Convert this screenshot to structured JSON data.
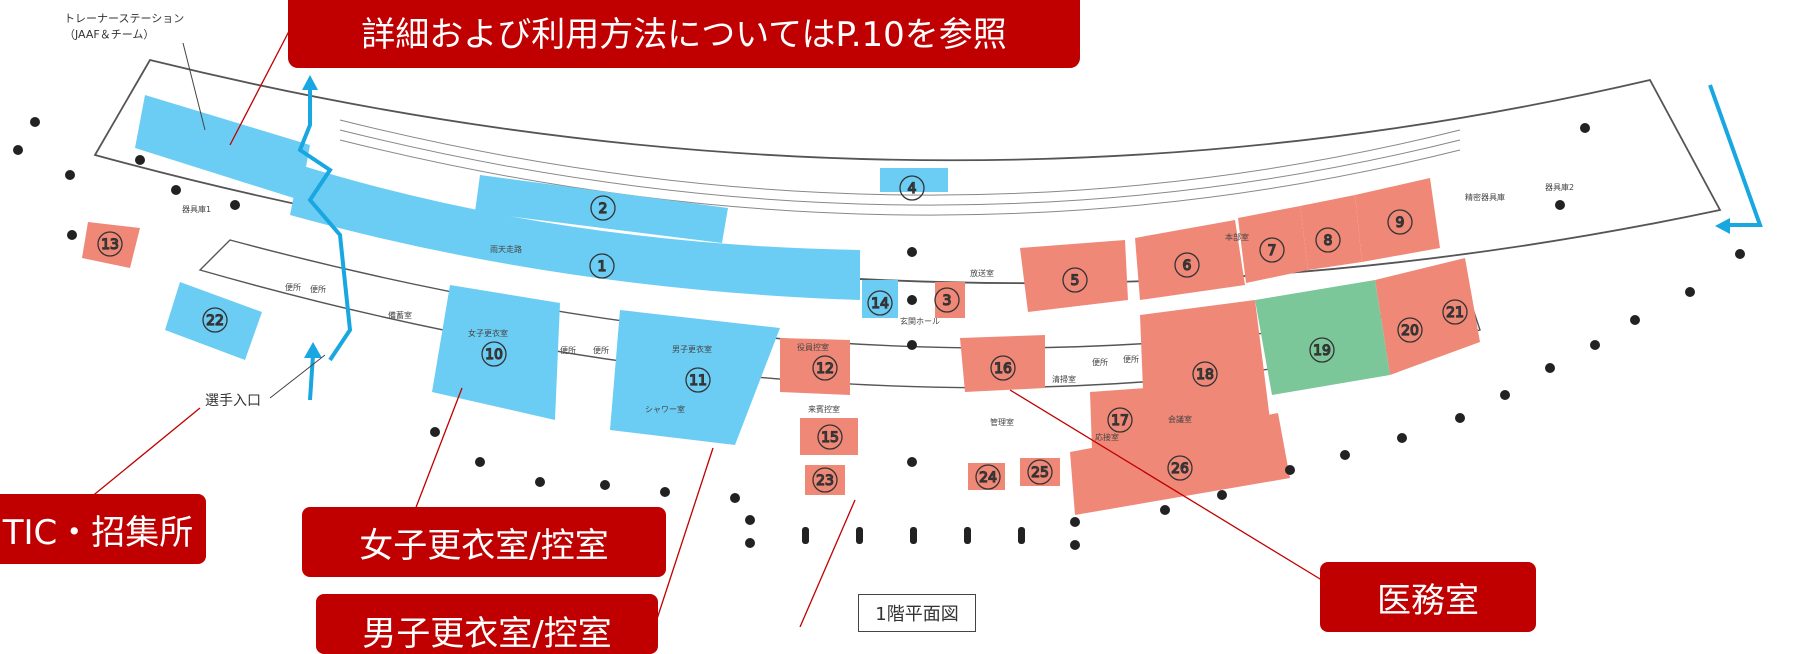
{
  "callouts": {
    "p10_line1": "詳細および利用方法についてはP.10を参照",
    "tic": "TIC・招集所",
    "women": "女子更衣室/控室",
    "men": "男子更衣室/控室",
    "medical": "医務室"
  },
  "labels": {
    "trainer_station": "トレーナーステーション",
    "trainer_station_sub": "（JAAF＆チーム）",
    "athlete_entrance": "選手入口",
    "floor_plan_title": "1階平面図",
    "storage1": "器具庫1",
    "storage2": "器具庫2",
    "precision_storage": "精密器具庫",
    "rain_course": "雨天走路",
    "restroom": "便所",
    "storage_room": "備蓄室",
    "women_changing": "女子更衣室",
    "men_changing": "男子更衣室",
    "shower": "シャワー室",
    "shower_split": "シャワー室",
    "official_waiting": "役員控室",
    "guest_waiting": "来賓控室",
    "broadcast_room": "放送室",
    "entrance_hall": "玄関ホール",
    "office": "本部室",
    "janitor": "清掃室",
    "management": "管理室",
    "reception": "応接室",
    "conference": "会議室"
  },
  "room_numbers": [
    "1",
    "2",
    "3",
    "4",
    "5",
    "6",
    "7",
    "8",
    "9",
    "10",
    "11",
    "12",
    "13",
    "14",
    "15",
    "16",
    "17",
    "18",
    "19",
    "20",
    "21",
    "22",
    "23",
    "24",
    "25",
    "26"
  ],
  "colors": {
    "blue_area": "#6ccdf4",
    "red_area": "#f08878",
    "green_area": "#7cc79a",
    "callout_red": "#c00000",
    "arrow_blue": "#18a7e0"
  }
}
